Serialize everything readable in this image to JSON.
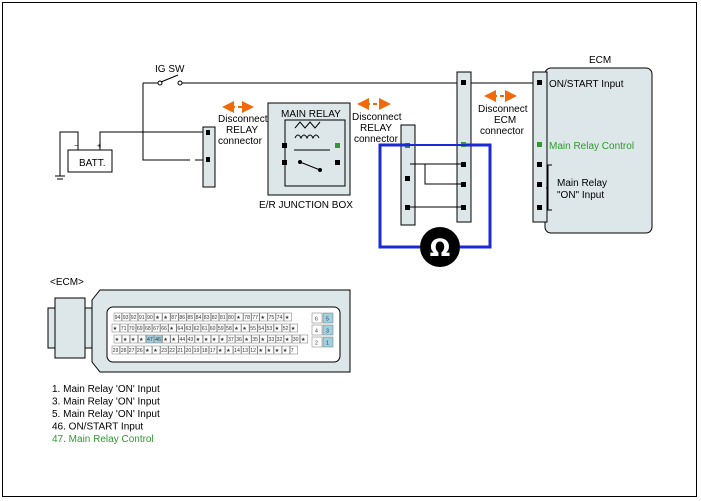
{
  "labels": {
    "ig_sw": "IG SW",
    "batt": "BATT.",
    "main_relay": "MAIN RELAY",
    "er_junction_box": "E/R JUNCTION BOX",
    "disc_relay_1": [
      "Disconnect",
      "RELAY",
      "connector"
    ],
    "disc_relay_2": [
      "Disconnect",
      "RELAY",
      "connector"
    ],
    "disc_ecm": [
      "Disconnect",
      "ECM",
      "connector"
    ],
    "ecm_title": "ECM",
    "on_start_input": "ON/START Input",
    "main_relay_control": "Main Relay Control",
    "main_relay_on_input": [
      "Main Relay",
      "\"ON\" Input"
    ],
    "ohm_symbol": "Ω",
    "ecm_connector_tag": "<ECM>"
  },
  "connector_rows": [
    [
      "94",
      "93",
      "92",
      "91",
      "90",
      "★",
      "★",
      "87",
      "86",
      "85",
      "84",
      "83",
      "82",
      "81",
      "80",
      "★",
      "78",
      "77",
      "★",
      "75",
      "74",
      "★"
    ],
    [
      "★",
      "71",
      "70",
      "69",
      "68",
      "67",
      "66",
      "★",
      "64",
      "63",
      "62",
      "61",
      "60",
      "59",
      "58",
      "★",
      "★",
      "55",
      "54",
      "53",
      "★",
      "52",
      "★"
    ],
    [
      "★",
      "★",
      "★",
      "★",
      "47",
      "46",
      "★",
      "★",
      "44",
      "43",
      "★",
      "★",
      "★",
      "★",
      "37",
      "36",
      "★",
      "35",
      "★",
      "33",
      "32",
      "★",
      "30",
      "★"
    ],
    [
      "29",
      "28",
      "27",
      "26",
      "★",
      "★",
      "23",
      "22",
      "21",
      "20",
      "19",
      "18",
      "17",
      "★",
      "★",
      "14",
      "13",
      "12",
      "★",
      "★",
      "★",
      "★",
      "7"
    ]
  ],
  "connector_side_pins": [
    "6",
    "5",
    "4",
    "3",
    "2",
    "1"
  ],
  "legend": [
    {
      "text": "1. Main Relay 'ON' Input",
      "color": "#000000"
    },
    {
      "text": "3. Main Relay 'ON' Input",
      "color": "#000000"
    },
    {
      "text": "5. Main Relay 'ON' Input",
      "color": "#000000"
    },
    {
      "text": "46. ON/START Input",
      "color": "#000000"
    },
    {
      "text": "47. Main Relay Control",
      "color": "#2f9a2f"
    }
  ],
  "colors": {
    "accent_green": "#2f9a2f",
    "arrow_orange": "#f06a0a",
    "meter_wire_blue": "#1a2bd6",
    "connector_fill": "#dde6e8",
    "highlight_pin": "#9fd0e0"
  }
}
